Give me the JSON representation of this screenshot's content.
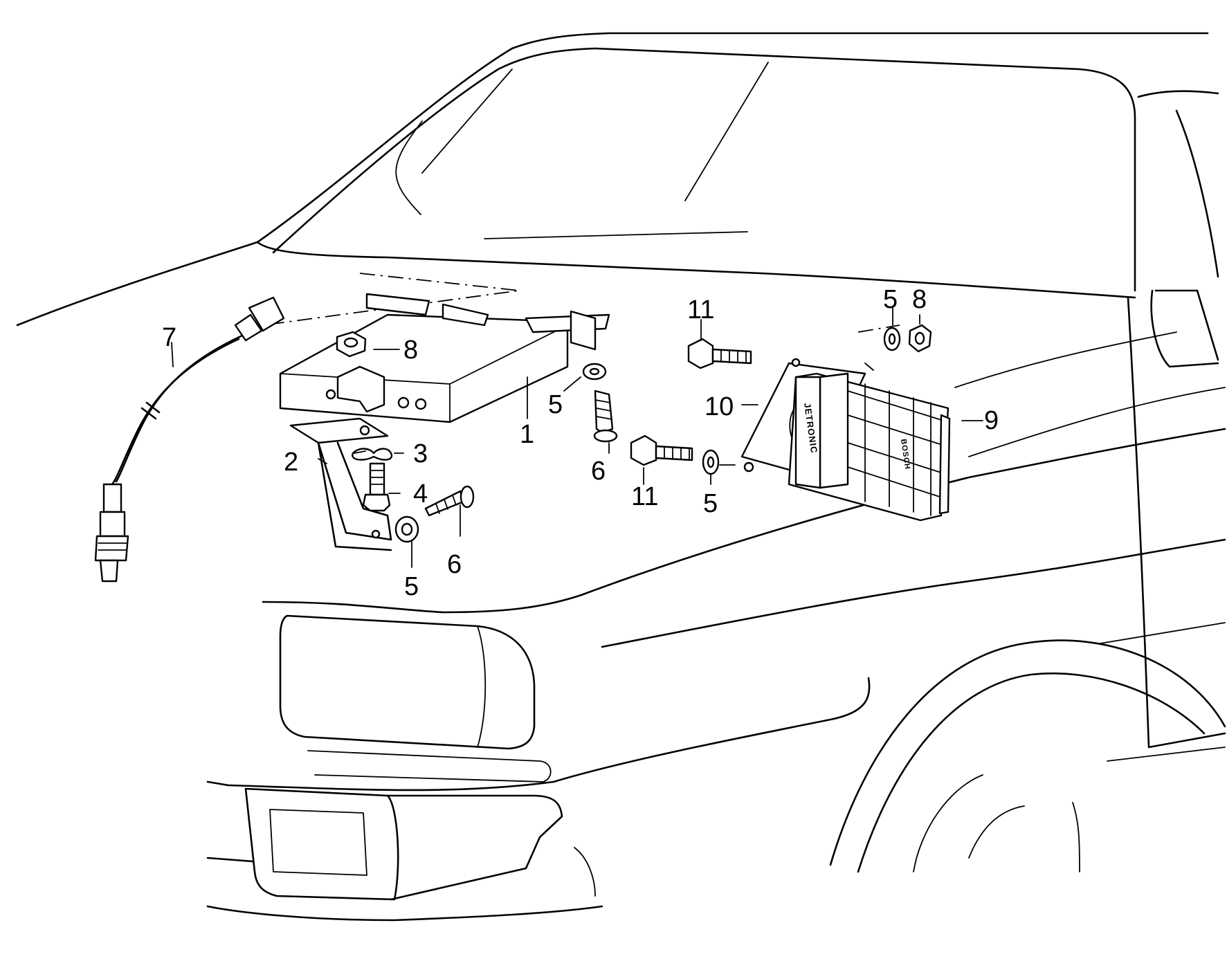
{
  "callouts": {
    "c1": "1",
    "c2": "2",
    "c3": "3",
    "c4": "4",
    "c5a": "5",
    "c5b": "5",
    "c5c": "5",
    "c5d": "5",
    "c6a": "6",
    "c6b": "6",
    "c7": "7",
    "c8a": "8",
    "c8b": "8",
    "c9": "9",
    "c10": "10",
    "c11a": "11",
    "c11b": "11"
  },
  "module_markings": {
    "brand": "JETRONIC",
    "maker": "BOSCH"
  }
}
